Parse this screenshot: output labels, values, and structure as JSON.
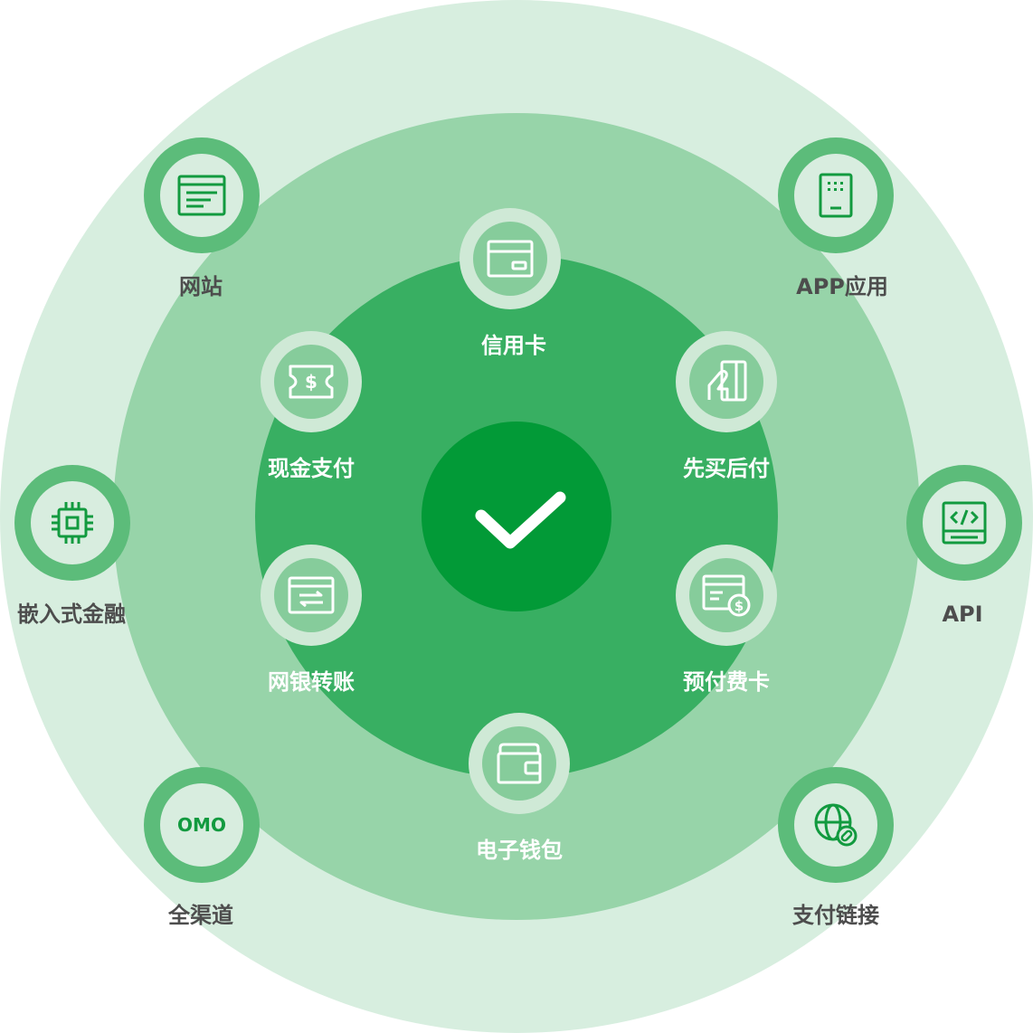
{
  "colors": {
    "outer_ring": "#d7eedf",
    "middle_ring": "#97d4a9",
    "inner_ring": "#38af62",
    "center": "#029a37",
    "icon_green": "#129a3f",
    "outer_label": "#4d4d4d",
    "inner_label": "#ffffff"
  },
  "center": {
    "icon": "check-icon"
  },
  "inner_methods": [
    {
      "label": "信用卡",
      "icon": "credit-card-icon"
    },
    {
      "label": "先买后付",
      "icon": "buy-now-pay-later-icon"
    },
    {
      "label": "预付费卡",
      "icon": "prepaid-card-icon"
    },
    {
      "label": "电子钱包",
      "icon": "wallet-icon"
    },
    {
      "label": "网银转账",
      "icon": "bank-transfer-icon"
    },
    {
      "label": "现金支付",
      "icon": "cash-ticket-icon"
    }
  ],
  "outer_channels": [
    {
      "label": "网站",
      "icon": "browser-window-icon"
    },
    {
      "label": "APP应用",
      "icon": "mobile-app-icon"
    },
    {
      "label": "API",
      "icon": "code-icon"
    },
    {
      "label": "支付链接",
      "icon": "globe-link-icon"
    },
    {
      "label": "全渠道",
      "icon": "omo-text-icon",
      "badge": "OMO"
    },
    {
      "label": "嵌入式金融",
      "icon": "chip-icon"
    }
  ]
}
